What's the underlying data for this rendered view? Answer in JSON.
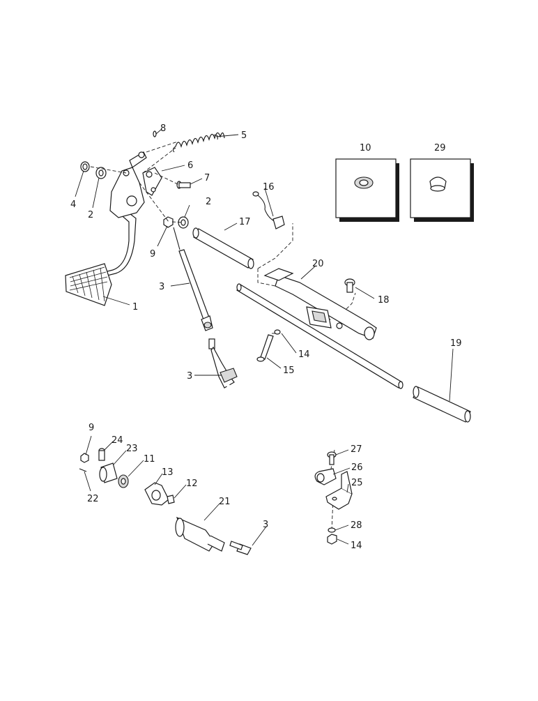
{
  "diagram": {
    "callouts": {
      "c1": "1",
      "c2a": "2",
      "c2b": "2",
      "c3a": "3",
      "c3b": "3",
      "c3c": "3",
      "c4": "4",
      "c5": "5",
      "c6": "6",
      "c7": "7",
      "c8": "8",
      "c9a": "9",
      "c9b": "9",
      "c10": "10",
      "c11": "11",
      "c12": "12",
      "c13": "13",
      "c14a": "14",
      "c14b": "14",
      "c15": "15",
      "c16": "16",
      "c17": "17",
      "c18": "18",
      "c19": "19",
      "c20": "20",
      "c21": "21",
      "c22": "22",
      "c23": "23",
      "c24": "24",
      "c25": "25",
      "c26": "26",
      "c27": "27",
      "c28": "28",
      "c29": "29"
    }
  }
}
